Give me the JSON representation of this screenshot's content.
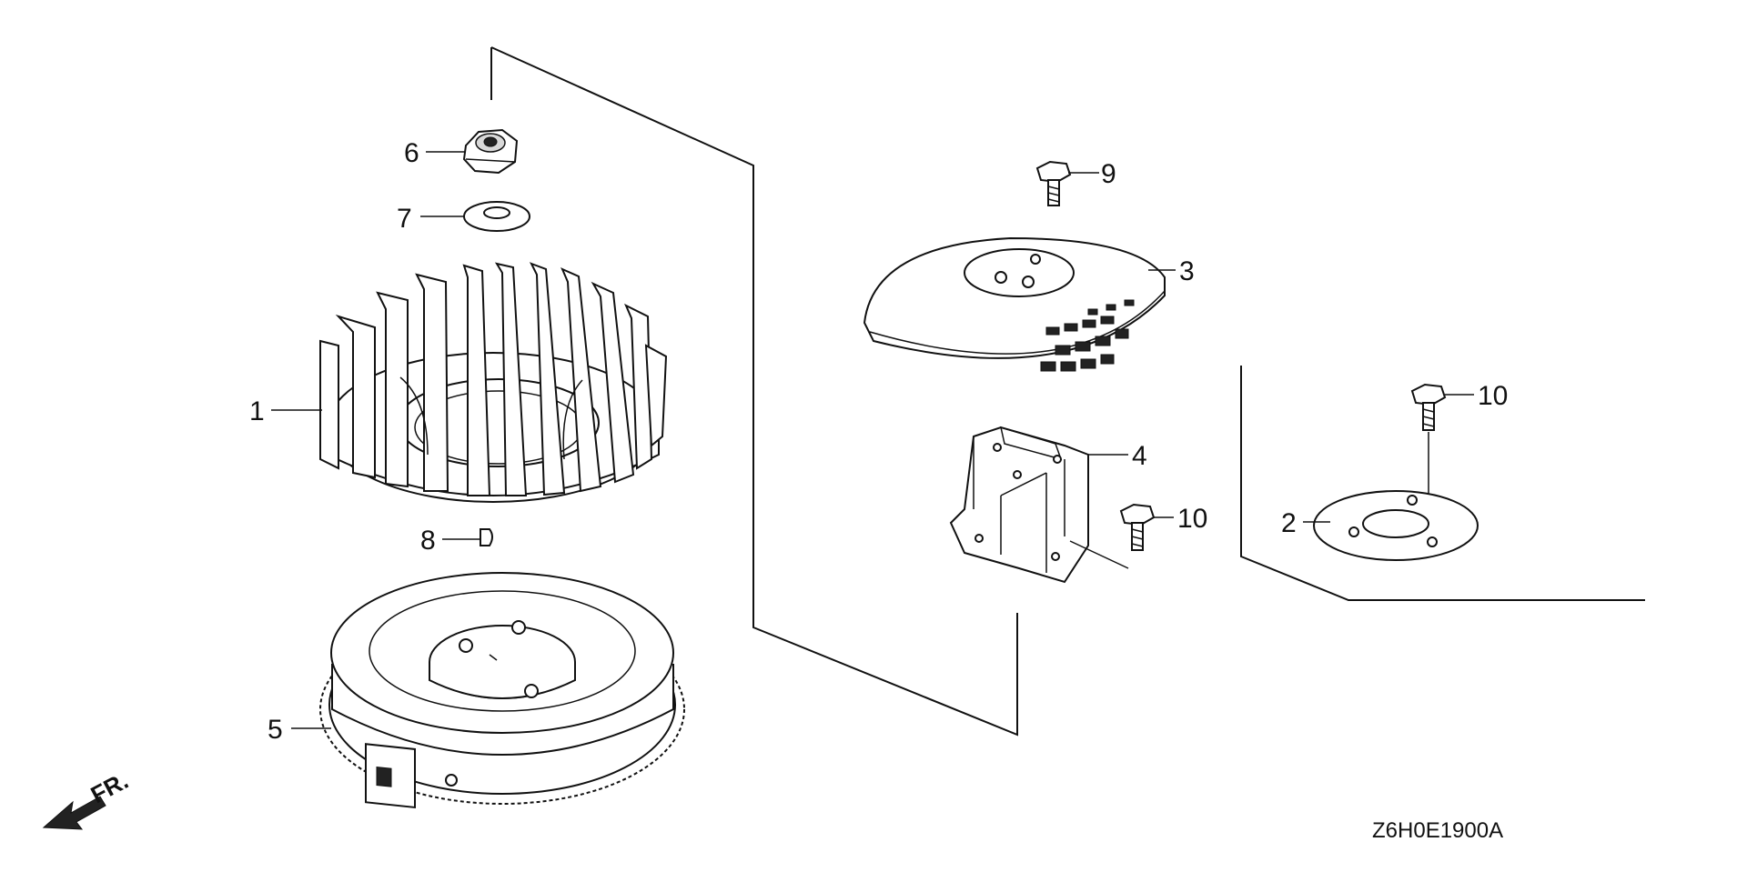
{
  "parts": [
    {
      "id": "flywheel-fan",
      "callout": "1"
    },
    {
      "id": "fan-collar",
      "callout": "2"
    },
    {
      "id": "fan-cover-plate",
      "callout": "3"
    },
    {
      "id": "bracket",
      "callout": "4"
    },
    {
      "id": "flywheel",
      "callout": "5"
    },
    {
      "id": "nut",
      "callout": "6"
    },
    {
      "id": "washer",
      "callout": "7"
    },
    {
      "id": "key",
      "callout": "8"
    },
    {
      "id": "bolt-a",
      "callout": "9"
    },
    {
      "id": "bolt-b",
      "callout": "10"
    },
    {
      "id": "bolt-c",
      "callout": "10"
    }
  ],
  "direction_marker": "FR.",
  "diagram_code": "Z6H0E1900A"
}
